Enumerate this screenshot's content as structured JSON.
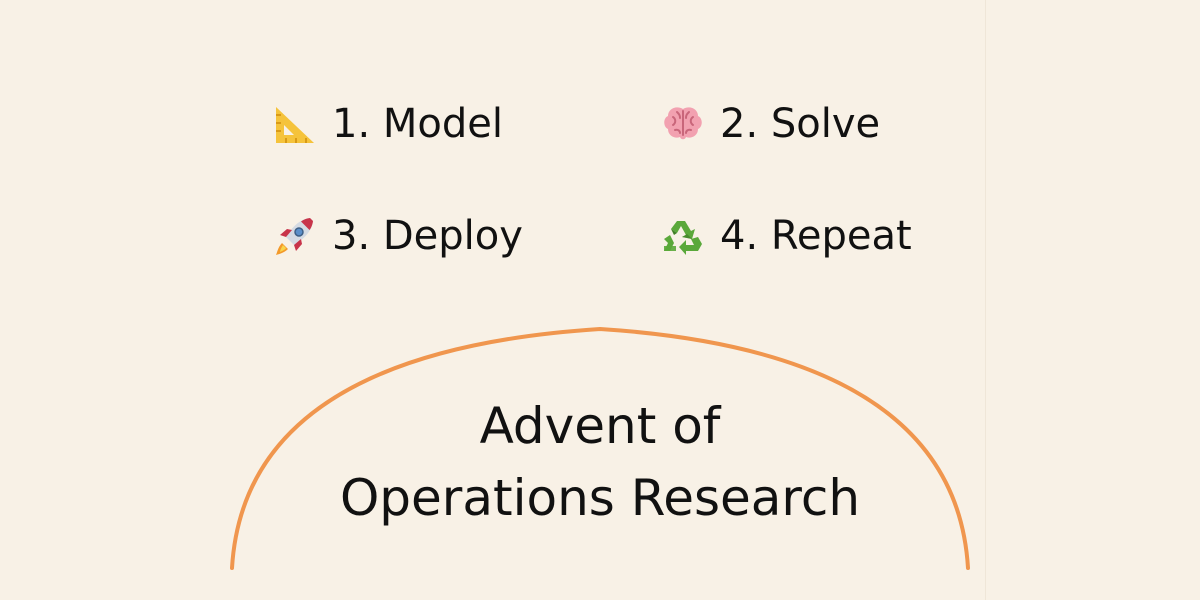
{
  "colors": {
    "background": "#f8f1e6",
    "text": "#111111",
    "arc": "#f0964e"
  },
  "steps": [
    {
      "icon": "triangular-ruler-icon",
      "label": "1. Model"
    },
    {
      "icon": "brain-icon",
      "label": "2. Solve"
    },
    {
      "icon": "rocket-icon",
      "label": "3. Deploy"
    },
    {
      "icon": "recycle-icon",
      "label": "4. Repeat"
    }
  ],
  "title": {
    "line1": "Advent of",
    "line2": "Operations Research"
  }
}
